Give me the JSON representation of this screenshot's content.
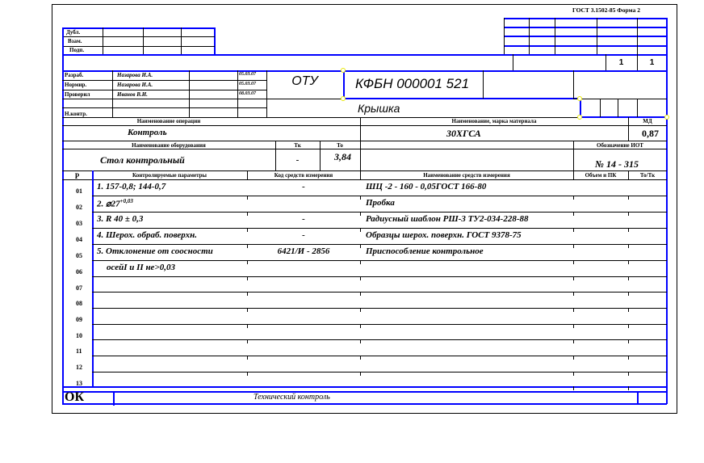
{
  "form_header": "ГОСТ 3.1502-85  Форма 2",
  "top_left_labels": [
    "Дубл.",
    "Взам.",
    "Подп."
  ],
  "sheet": {
    "sheet": "1",
    "sheets": "1"
  },
  "signatures": [
    {
      "role": "Разраб.",
      "name": "Назарова И.А.",
      "date": "05.03.07"
    },
    {
      "role": "Нормир.",
      "name": "Назарова И.А.",
      "date": "05.03.07"
    },
    {
      "role": "Проверил",
      "name": "Иванов В.И.",
      "date": "08.03.07"
    },
    {
      "role": "",
      "name": "",
      "date": ""
    },
    {
      "role": "Н.контр.",
      "name": "",
      "date": ""
    }
  ],
  "organization": "ОТУ",
  "designation": "КФБН 000001 521",
  "part_name": "Крышка",
  "operation": {
    "header": "Наименование операции",
    "value": "Контроль"
  },
  "material": {
    "header": "Наименование, марка материала",
    "value": "30ХГСА"
  },
  "md": {
    "header": "МД",
    "value": "0,87"
  },
  "equipment": {
    "header": "Наименование оборудования",
    "value": "Стол контрольный"
  },
  "tk": {
    "header": "Тк",
    "value": "-"
  },
  "to": {
    "header": "То",
    "value": "3,84"
  },
  "iot": {
    "header": "Обозначение ИОТ",
    "value": "№ 14 - 315"
  },
  "table": {
    "headers": [
      "Р",
      "Контролируемые параметры",
      "Код средств измерения",
      "Наименование средств измерения",
      "Объем и ПК",
      "То/Тк"
    ],
    "rows": [
      {
        "num": "01",
        "param": "1. 157-0,8; 144-0,7",
        "code": "-",
        "tool": "ШЦ -2 - 160 - 0,05ГОСТ 166-80"
      },
      {
        "num": "02",
        "param": "2. ⌀27",
        "param_sup": "+0,03",
        "code": "",
        "tool": "Пробка"
      },
      {
        "num": "03",
        "param": "3. R 40 ± 0,3",
        "code": "-",
        "tool": "Радиусный шаблон РШ-3 ТУ2-034-228-88"
      },
      {
        "num": "04",
        "param": "4. Шерох. обраб. поверхн.",
        "code": "-",
        "tool": "Образцы шерох. поверхн. ГОСТ 9378-75"
      },
      {
        "num": "05",
        "param": "5. Отклонение от соосности",
        "code": "6421/И - 2856",
        "tool": "Приспособление контрольное"
      },
      {
        "num": "06",
        "param": "осейI и II не>0,03",
        "code": "",
        "tool": ""
      },
      {
        "num": "07",
        "param": "",
        "code": "",
        "tool": ""
      },
      {
        "num": "08",
        "param": "",
        "code": "",
        "tool": ""
      },
      {
        "num": "09",
        "param": "",
        "code": "",
        "tool": ""
      },
      {
        "num": "10",
        "param": "",
        "code": "",
        "tool": ""
      },
      {
        "num": "11",
        "param": "",
        "code": "",
        "tool": ""
      },
      {
        "num": "12",
        "param": "",
        "code": "",
        "tool": ""
      },
      {
        "num": "13",
        "param": "",
        "code": "",
        "tool": ""
      }
    ]
  },
  "footer": {
    "code": "ОК",
    "title": "Технический контроль"
  },
  "colors": {
    "frame_blue": "#0000ff",
    "line": "#000000"
  }
}
